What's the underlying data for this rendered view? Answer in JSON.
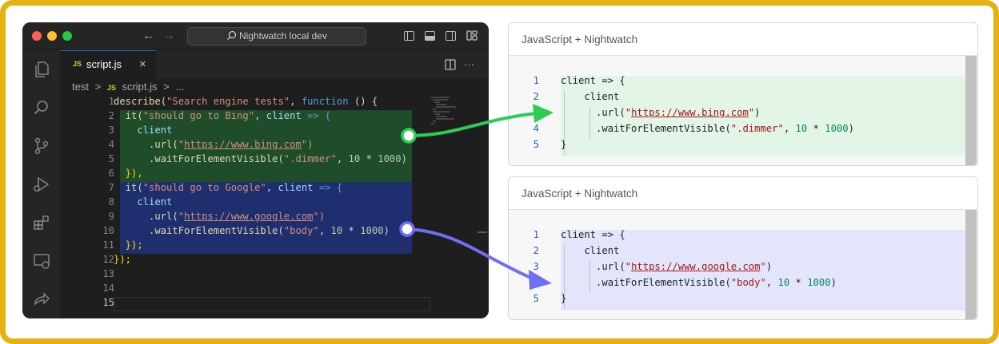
{
  "colors": {
    "frame_border": "#e6b212",
    "green_highlight": "#1f4d2a",
    "blue_highlight": "#1f2e6e",
    "green_arrow": "#2ecc55",
    "blue_arrow": "#6f6ff5",
    "card_green_bg": "#e2f5e6",
    "card_blue_bg": "#e3e6fb"
  },
  "window": {
    "nav_back": "←",
    "nav_forward": "→",
    "search_icon": "search-icon",
    "command_center": "Nightwatch local dev"
  },
  "activity_bar": [
    "files-icon",
    "search-icon",
    "source-control-icon",
    "run-debug-icon",
    "extensions-icon",
    "remote-explorer-icon",
    "share-icon"
  ],
  "tab": {
    "lang_badge": "JS",
    "name": "script.js",
    "close": "×"
  },
  "tab_actions": {
    "more": "···"
  },
  "breadcrumb": {
    "folder": "test",
    "sep": ">",
    "lang_badge": "JS",
    "file": "script.js",
    "more": "..."
  },
  "editor": {
    "line_numbers": [
      "1",
      "2",
      "3",
      "4",
      "5",
      "6",
      "7",
      "8",
      "9",
      "10",
      "11",
      "12",
      "13",
      "14",
      "15"
    ],
    "lines": [
      [
        {
          "t": "describe(",
          "c": "#dcdcaa"
        },
        {
          "t": "\"Search engine tests\"",
          "c": "#ce9178"
        },
        {
          "t": ", ",
          "c": "#d4d4d4"
        },
        {
          "t": "function",
          "c": "#569cd6"
        },
        {
          "t": " () {",
          "c": "#d4d4d4"
        }
      ],
      [
        {
          "t": "  it(",
          "c": "#dcdcaa"
        },
        {
          "t": "\"should go to Bing\"",
          "c": "#ce9178"
        },
        {
          "t": ", ",
          "c": "#d4d4d4"
        },
        {
          "t": "client",
          "c": "#9cdcfe"
        },
        {
          "t": " => {",
          "c": "#569cd6"
        }
      ],
      [
        {
          "t": "    client",
          "c": "#9cdcfe"
        }
      ],
      [
        {
          "t": "      .url(",
          "c": "#dcdcaa"
        },
        {
          "t": "\"",
          "c": "#ce9178"
        },
        {
          "t": "https://www.bing.com",
          "c": "#ce9178",
          "u": true
        },
        {
          "t": "\")",
          "c": "#ce9178"
        }
      ],
      [
        {
          "t": "      .waitForElementVisible(",
          "c": "#dcdcaa"
        },
        {
          "t": "\".dimmer\"",
          "c": "#ce9178"
        },
        {
          "t": ", ",
          "c": "#d4d4d4"
        },
        {
          "t": "10",
          "c": "#b5cea8"
        },
        {
          "t": " * ",
          "c": "#d4d4d4"
        },
        {
          "t": "1000",
          "c": "#b5cea8"
        },
        {
          "t": ")",
          "c": "#d4d4d4"
        }
      ],
      [
        {
          "t": "  }),",
          "c": "#ffd700"
        }
      ],
      [
        {
          "t": "  it(",
          "c": "#dcdcaa"
        },
        {
          "t": "\"should go to Google\"",
          "c": "#ce9178"
        },
        {
          "t": ", ",
          "c": "#d4d4d4"
        },
        {
          "t": "client",
          "c": "#9cdcfe"
        },
        {
          "t": " => {",
          "c": "#569cd6"
        }
      ],
      [
        {
          "t": "    client",
          "c": "#9cdcfe"
        }
      ],
      [
        {
          "t": "      .url(",
          "c": "#dcdcaa"
        },
        {
          "t": "\"",
          "c": "#ce9178"
        },
        {
          "t": "https://www.google.com",
          "c": "#ce9178",
          "u": true
        },
        {
          "t": "\")",
          "c": "#ce9178"
        }
      ],
      [
        {
          "t": "      .waitForElementVisible(",
          "c": "#dcdcaa"
        },
        {
          "t": "\"body\"",
          "c": "#ce9178"
        },
        {
          "t": ", ",
          "c": "#d4d4d4"
        },
        {
          "t": "10",
          "c": "#b5cea8"
        },
        {
          "t": " * ",
          "c": "#d4d4d4"
        },
        {
          "t": "1000",
          "c": "#b5cea8"
        },
        {
          "t": ")",
          "c": "#d4d4d4"
        }
      ],
      [
        {
          "t": "  });",
          "c": "#ffd700"
        }
      ],
      [
        {
          "t": "});",
          "c": "#ffd700"
        }
      ],
      [],
      [],
      []
    ]
  },
  "cards": [
    {
      "title": "JavaScript + Nightwatch",
      "line_numbers": [
        "1",
        "2",
        "3",
        "4",
        "5"
      ],
      "lines": [
        [
          {
            "t": "client => {",
            "c": "#222"
          }
        ],
        [
          {
            "t": "    client",
            "c": "#222"
          }
        ],
        [
          {
            "t": "      .url(",
            "c": "#222"
          },
          {
            "t": "\"",
            "c": "#a31515"
          },
          {
            "t": "https://www.bing.com",
            "c": "#a31515",
            "u": true
          },
          {
            "t": "\"",
            "c": "#a31515"
          },
          {
            "t": ")",
            "c": "#222"
          }
        ],
        [
          {
            "t": "      .waitForElementVisible(",
            "c": "#222"
          },
          {
            "t": "\".dimmer\"",
            "c": "#a31515"
          },
          {
            "t": ", ",
            "c": "#222"
          },
          {
            "t": "10",
            "c": "#098658"
          },
          {
            "t": " * ",
            "c": "#222"
          },
          {
            "t": "1000",
            "c": "#098658"
          },
          {
            "t": ")",
            "c": "#222"
          }
        ],
        [
          {
            "t": "}",
            "c": "#222"
          }
        ]
      ]
    },
    {
      "title": "JavaScript + Nightwatch",
      "line_numbers": [
        "1",
        "2",
        "3",
        "4",
        "5"
      ],
      "lines": [
        [
          {
            "t": "client => {",
            "c": "#222"
          }
        ],
        [
          {
            "t": "    client",
            "c": "#222"
          }
        ],
        [
          {
            "t": "      .url(",
            "c": "#222"
          },
          {
            "t": "\"",
            "c": "#a31515"
          },
          {
            "t": "https://www.google.com",
            "c": "#a31515",
            "u": true
          },
          {
            "t": "\"",
            "c": "#a31515"
          },
          {
            "t": ")",
            "c": "#222"
          }
        ],
        [
          {
            "t": "      .waitForElementVisible(",
            "c": "#222"
          },
          {
            "t": "\"body\"",
            "c": "#a31515"
          },
          {
            "t": ", ",
            "c": "#222"
          },
          {
            "t": "10",
            "c": "#098658"
          },
          {
            "t": " * ",
            "c": "#222"
          },
          {
            "t": "1000",
            "c": "#098658"
          },
          {
            "t": ")",
            "c": "#222"
          }
        ],
        [
          {
            "t": "}",
            "c": "#222"
          }
        ]
      ]
    }
  ]
}
